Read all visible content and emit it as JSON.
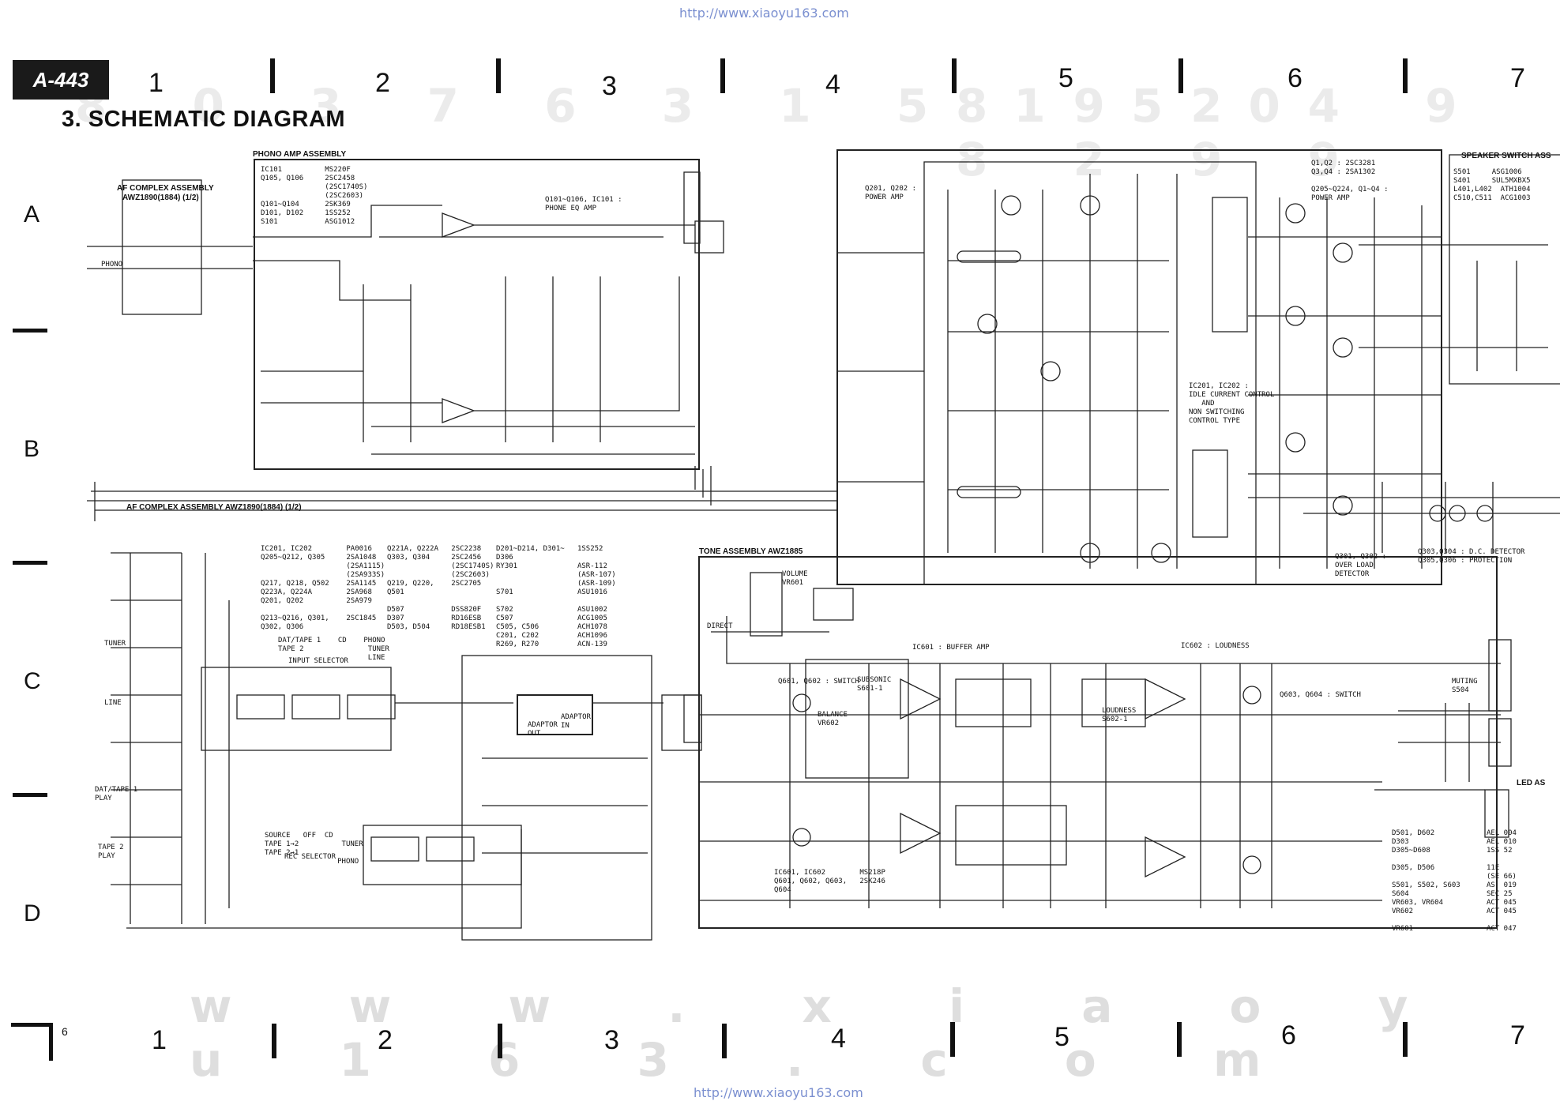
{
  "header": {
    "url_top": "http://www.xiaoyu163.com",
    "url_bottom": "http://www.xiaoyu163.com",
    "model": "A-443",
    "title": "3. SCHEMATIC DIAGRAM"
  },
  "grid": {
    "columns": [
      "1",
      "2",
      "3",
      "4",
      "5",
      "6",
      "7"
    ],
    "rows": [
      "A",
      "B",
      "C",
      "D"
    ],
    "corner_page": "6"
  },
  "watermark": {
    "digits": "8 0 3 7 6 3 1 5 1 5 0",
    "digits2": "8 9 2 4 9 8 2 9 9",
    "site": "w w w . x i a o y u 1 6 3 . c o m"
  },
  "assemblies": {
    "phono_amp": "PHONO AMP ASSEMBLY",
    "af_complex_top": "AF COMPLEX ASSEMBLY",
    "af_complex_top_part": "AWZ1890(1884)  (1/2)",
    "af_complex_mid": "AF COMPLEX ASSEMBLY  AWZ1890(1884) (1/2)",
    "tone": "TONE ASSEMBLY AWZ1885",
    "speaker_switch": "SPEAKER SWITCH ASS",
    "led": "LED AS"
  },
  "notes": {
    "phono_parts": "IC101          MS220F\nQ105, Q106     2SC2458\n               (2SC1740S)\n               (2SC2603)\nQ101~Q104      2SK369\nD101, D102     1SS252\nS101           ASG1012",
    "phono_eq": "Q101~Q106, IC101 :\nPHONE EQ AMP",
    "power_amp": "Q201, Q202 :\nPOWER AMP",
    "power_amp2": "Q1,Q2 : 2SC3281\nQ3,Q4 : 2SA1302\n\nQ205~Q224, Q1~Q4 :\nPOWER AMP",
    "idle_ctrl": "IC201, IC202 :\nIDLE CURRENT CONTROL\n   AND\nNON SWITCHING\nCONTROL TYPE",
    "speaker_parts": "S501     ASG1006\nS401     SUL5MXBX5\nL401,L402  ATH1004\nC510,C511  ACG1003",
    "parts_list_a": "IC201, IC202        PA0016\nQ205~Q212, Q305     2SA1048\n                    (2SA1115)\n                    (2SA933S)\nQ217, Q218, Q502    2SA1145\nQ223A, Q224A        2SA968\nQ201, Q202          2SA979\n\nQ213~Q216, Q301,    2SC1845\nQ302, Q306",
    "parts_list_b": "Q221A, Q222A   2SC2238\nQ303, Q304     2SC2456\n               (2SC1740S)\n               (2SC2603)\nQ219, Q220,    2SC2705\nQ501\n\nD507           DSS820F\nD307           RD16ESB\nD503, D504     RD18ESB1",
    "parts_list_c": "D201~D214, D301~   1SS252\nD306\nRY301              ASR-112\n                   (ASR-107)\n                   (ASR-109)\nS701               ASU1016\n\nS702               ASU1002\nC507               ACG1005\nC505, C506         ACH1078\nC201, C202         ACH1096\nR269, R270         ACN-139",
    "protect": "Q301, Q302 :\nOVER LOAD\nDETECTOR",
    "protect2": "Q303,Q304 : D.C. DETECTOR\nQ305,Q306 : PROTECTION",
    "tone_parts": "IC601, IC602        MS218P\nQ601, Q602, Q603,   2SK246\nQ604",
    "bottom_right_a": "D501, D602\nD303\nD305~D608\n\nD305, D506\n\nS501, S502, S603\nS604\nVR603, VR604\nVR602\n\nVR601",
    "bottom_right_b": "AEL 004\nAEL 010\n1SS 52\n\n11E\n(SE 66)\nAS  019\nSEC 25\nACT 045\nACT 045\n\nACT 047",
    "input_selector": "INPUT SELECTOR",
    "rec_selector": "REC SELECTOR",
    "switch_q601": "Q601, Q602 : SWITCH",
    "buffer": "IC601 : BUFFER AMP",
    "loudness": "IC602 : LOUDNESS",
    "switch_q603": "Q603, Q604 : SWITCH",
    "phono": "PHONO",
    "tuner": "TUNER",
    "line": "LINE",
    "dat_play": "DAT/TAPE 1\nPLAY",
    "tape2_play": "TAPE 2\nPLAY",
    "direct": "DIRECT",
    "volume": "VOLUME\nVR601",
    "subsonic": "SUBSONIC\nS601-1",
    "loudness_sw": "LOUDNESS\nS602-1",
    "balance": "BALANCE\nVR602",
    "muting": "MUTING\nS504",
    "adaptor_out": "ADAPTOR\nOUT",
    "adaptor_in": "ADAPTOR\nIN",
    "source_sel": "DAT/TAPE 1    CD    PHONO\nTAPE 2               TUNER\n                     LINE",
    "rec_sel": "SOURCE   OFF  CD\nTAPE 1→2          TUNER\nTAPE 2→1\n                 PHONO"
  },
  "icons": [
    "schematic-diagram"
  ]
}
